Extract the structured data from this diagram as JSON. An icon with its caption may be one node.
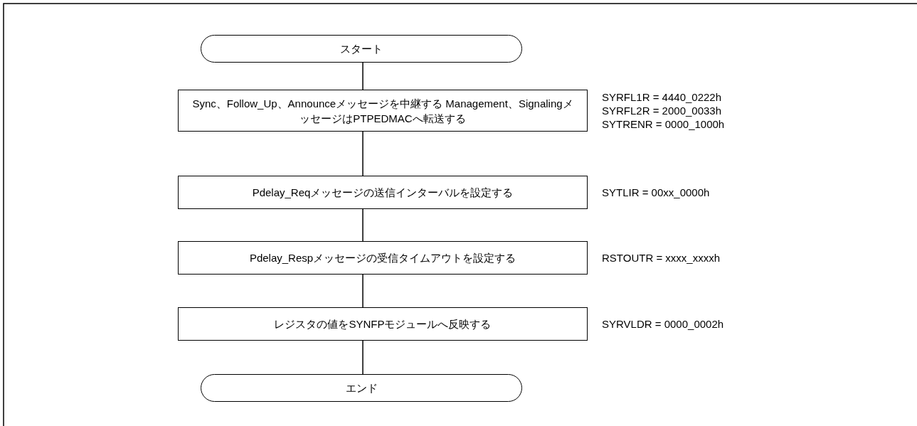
{
  "diagram": {
    "nodes": [
      {
        "text": [
          "スタート"
        ]
      },
      {
        "text": [
          "Sync、Follow_Up、Announceメッセージを中継する Management、SignalingメッセージはPTPEDMACへ転送する"
        ],
        "beside": [
          "SYRFL1R = 4440_0222h",
          "SYRFL2R = 2000_0033h",
          "SYTRENR = 0000_1000h"
        ]
      },
      {
        "text": [
          "Pdelay_Reqメッセージの送信インターバルを設定する"
        ],
        "beside": [
          "SYTLIR = 00xx_0000h"
        ]
      },
      {
        "text": [
          "Pdelay_Respメッセージの受信タイムアウトを設定する"
        ],
        "beside": [
          "RSTOUTR = xxxx_xxxxh"
        ]
      },
      {
        "text": [
          "レジスタの値をSYNFPモジュールへ反映する"
        ],
        "beside": [
          "SYRVLDR = 0000_0002h"
        ]
      },
      {
        "text": [
          "エンド"
        ]
      }
    ],
    "edges": [
      {
        "from": 0,
        "to": 1,
        "arrow": "none"
      },
      {
        "from": 1,
        "to": 2,
        "arrow": "none"
      },
      {
        "from": 2,
        "to": 3,
        "arrow": "none"
      },
      {
        "from": 3,
        "to": 4,
        "arrow": "none"
      },
      {
        "from": 4,
        "to": 5,
        "arrow": "none"
      }
    ]
  }
}
